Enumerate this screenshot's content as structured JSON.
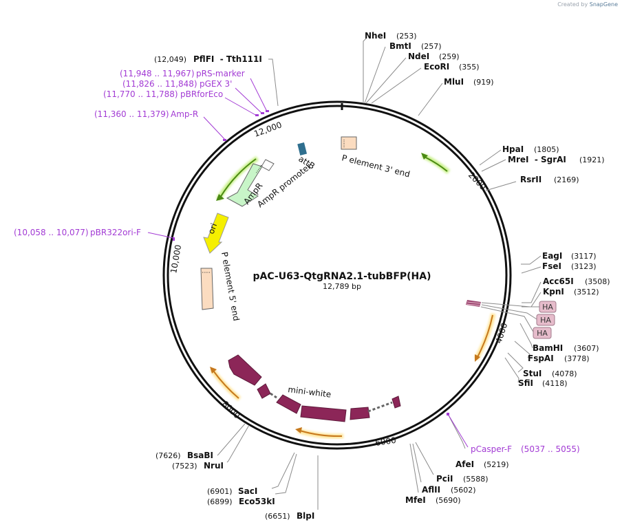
{
  "watermark": {
    "prefix": "Created by",
    "brand": "SnapGene"
  },
  "plasmid": {
    "name": "pAC-U63-QtgRNA2.1-tubBFP(HA)",
    "length": "12,789 bp"
  },
  "ring_ticks": [
    "2000",
    "4000",
    "6000",
    "8000",
    "10,000",
    "12,000"
  ],
  "sites": [
    {
      "name": "NheI",
      "pos": "(253)"
    },
    {
      "name": "BmtI",
      "pos": "(257)"
    },
    {
      "name": "NdeI",
      "pos": "(259)"
    },
    {
      "name": "EcoRI",
      "pos": "(355)"
    },
    {
      "name": "MluI",
      "pos": "(919)"
    },
    {
      "name": "HpaI",
      "pos": "(1805)"
    },
    {
      "name": "MreI  - SgrAI",
      "pos": "(1921)"
    },
    {
      "name": "RsrII",
      "pos": "(2169)"
    },
    {
      "name": "EagI",
      "pos": "(3117)"
    },
    {
      "name": "FseI",
      "pos": "(3123)"
    },
    {
      "name": "Acc65I",
      "pos": "(3508)"
    },
    {
      "name": "KpnI",
      "pos": "(3512)"
    },
    {
      "name": "BamHI",
      "pos": "(3607)"
    },
    {
      "name": "FspAI",
      "pos": "(3778)"
    },
    {
      "name": "StuI",
      "pos": "(4078)"
    },
    {
      "name": "SfiI",
      "pos": "(4118)"
    },
    {
      "name": "AfeI",
      "pos": "(5219)"
    },
    {
      "name": "PciI",
      "pos": "(5588)"
    },
    {
      "name": "AflII",
      "pos": "(5602)"
    },
    {
      "name": "MfeI",
      "pos": "(5690)"
    },
    {
      "name": "BlpI",
      "pos": "(6651)"
    },
    {
      "name": "Eco53kI",
      "pos": "(6899)"
    },
    {
      "name": "SacI",
      "pos": "(6901)"
    },
    {
      "name": "NruI",
      "pos": "(7523)"
    },
    {
      "name": "BsaBI",
      "pos": "(7626)"
    },
    {
      "name": "PflFI  - Tth111I",
      "pos": "(12,049)"
    }
  ],
  "primers": [
    {
      "name": "pRS-marker",
      "range": "(11,948 .. 11,967)"
    },
    {
      "name": "pGEX 3'",
      "range": "(11,826 .. 11,848)"
    },
    {
      "name": "pBRforEco",
      "range": "(11,770 .. 11,788)"
    },
    {
      "name": "Amp-R",
      "range": "(11,360 .. 11,379)"
    },
    {
      "name": "pBR322ori-F",
      "range": "(10,058 .. 10,077)"
    },
    {
      "name": "pCasper-F",
      "range": "(5037 .. 5055)"
    }
  ],
  "features": {
    "attB": "attB",
    "p3": "P element 3' end",
    "p5": "P element 5' end",
    "ampr": "AmpR",
    "ampr_promoter": "AmpR promoter",
    "ori": "ori",
    "mini_white": "mini-white",
    "ha_tags": [
      "HA",
      "HA",
      "HA"
    ]
  },
  "colors": {
    "backbone": "#111111",
    "primer": "#a23ad4",
    "ampr_fill": "#c8f5c8",
    "ori_fill": "#f5ef00",
    "p_element_fill": "#fbdcc0",
    "attb_fill": "#2f6f8f",
    "mini_white_fill": "#8c2658",
    "ha_fill": "#e6bccb",
    "green_arrow": "#4a8a12",
    "orange_arrow": "#c6781d"
  }
}
